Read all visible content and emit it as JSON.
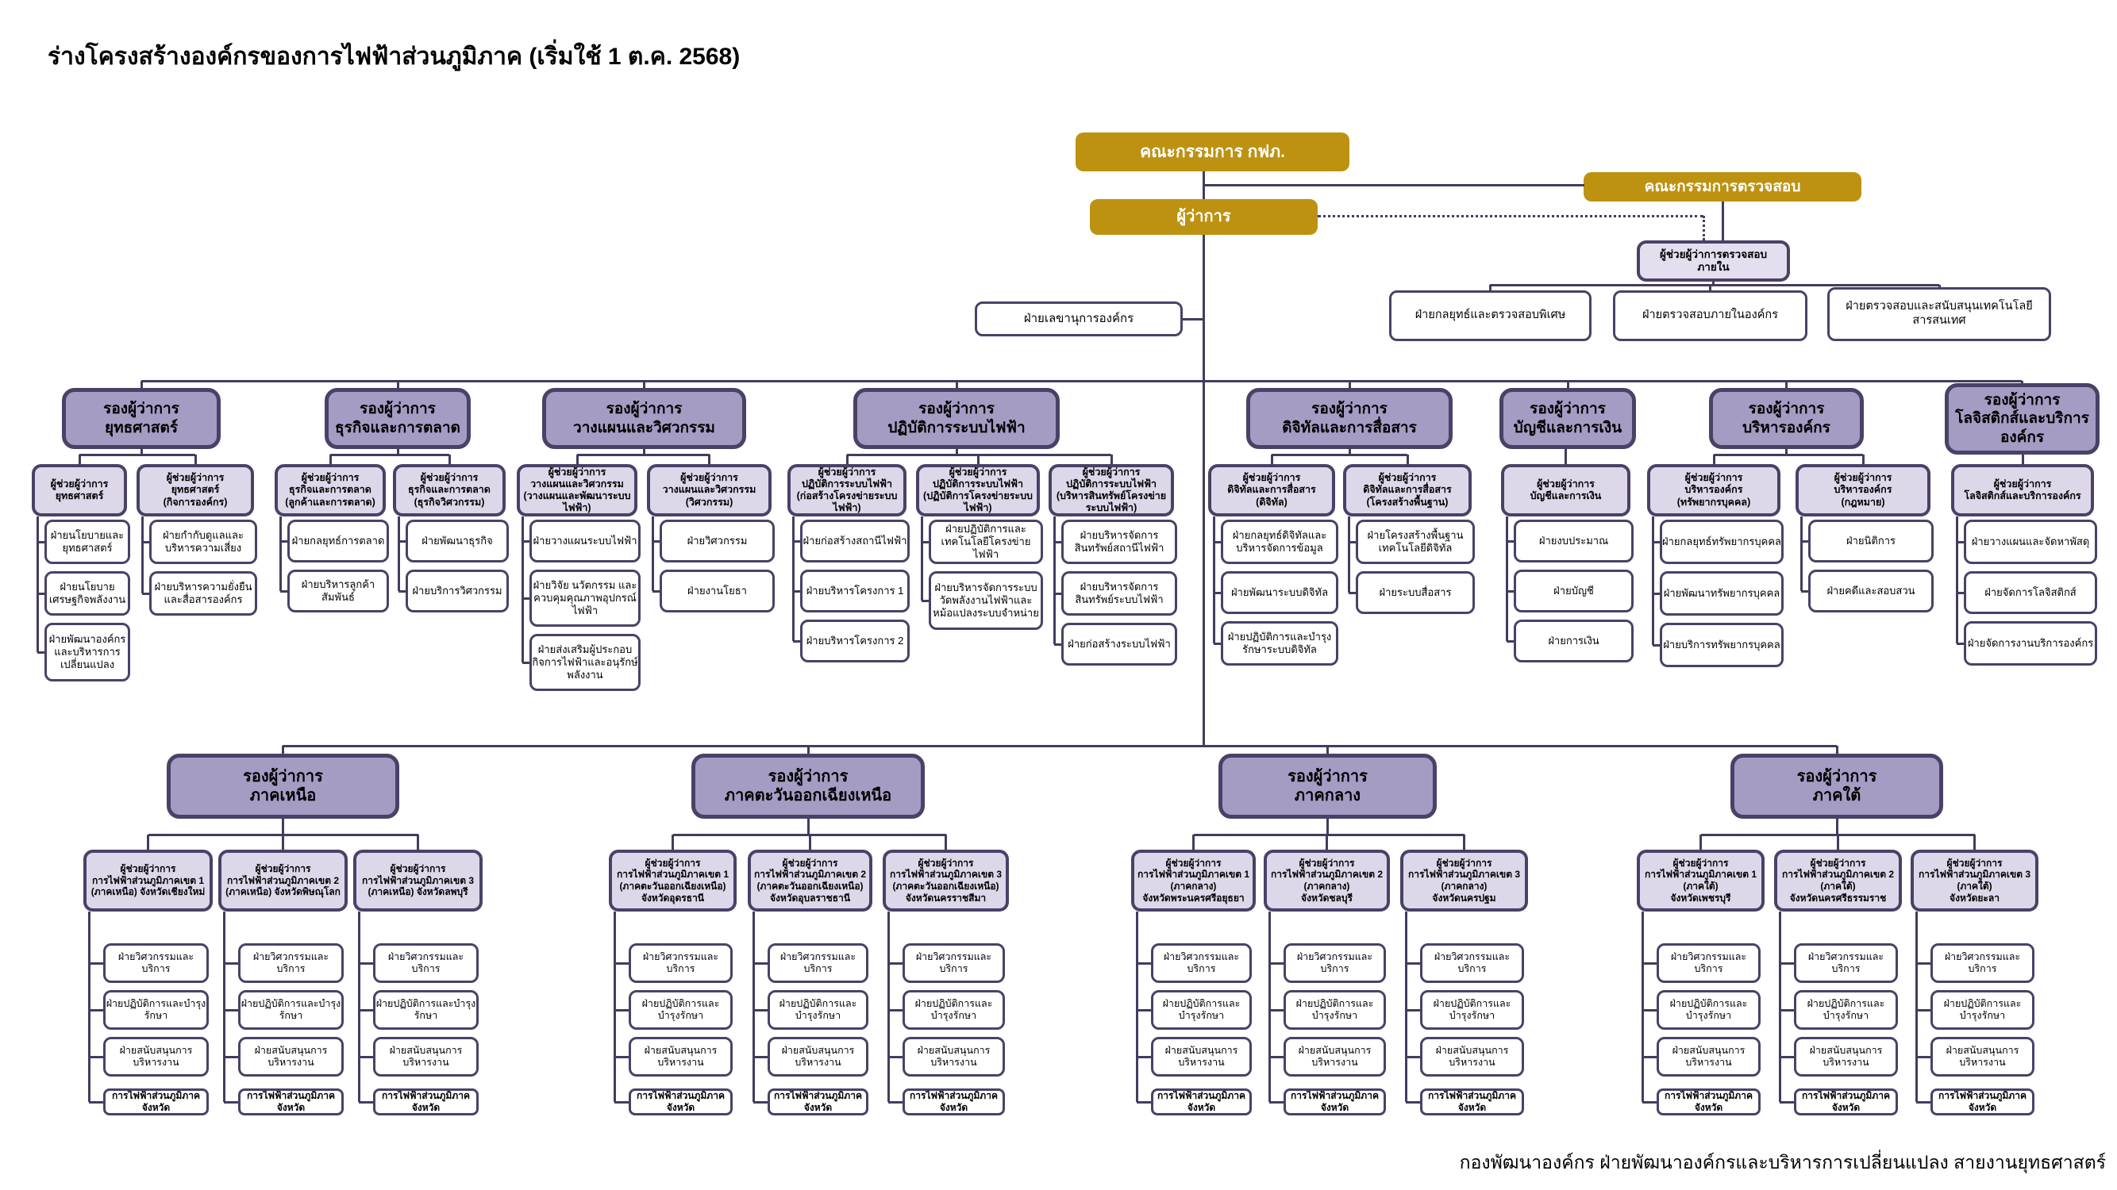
{
  "title": "ร่างโครงสร้างองค์กรของการไฟฟ้าส่วนภูมิภาค (เริ่มใช้ 1 ต.ค. 2568)",
  "footer": "กองพัฒนาองค์กร  ฝ่ายพัฒนาองค์กรและบริหารการเปลี่ยนแปลง สายงานยุทธศาสตร์",
  "colors": {
    "gold": "#BD9211",
    "header_purple": "#A59CC3",
    "assistant_purple": "#DDD8E9",
    "border": "#4B4167",
    "line": "#453B5F"
  },
  "top": {
    "board": "คณะกรรมการ กฟภ.",
    "audit_committee": "คณะกรรมการตรวจสอบ",
    "governor": "ผู้ว่าการ",
    "corporate_secretary": "ฝ่ายเลขานุการองค์กร",
    "internal_audit": {
      "assistant": "ผู้ช่วยผู้ว่าการตรวจสอบ\nภายใน",
      "departments": [
        "ฝ่ายกลยุทธ์และตรวจสอบพิเศษ",
        "ฝ่ายตรวจสอบภายในองค์กร",
        "ฝ่ายตรวจสอบและสนับสนุนเทคโนโลยีสารสนเทศ"
      ]
    }
  },
  "groups": [
    {
      "header": "รองผู้ว่าการ\nยุทธศาสตร์",
      "assistants": [
        {
          "label": "ผู้ช่วยผู้ว่าการ\nยุทธศาสตร์",
          "departments": [
            "ฝ่ายนโยบายและยุทธศาสตร์",
            "ฝ่ายนโยบายเศรษฐกิจพลังงาน",
            "ฝ่ายพัฒนาองค์กรและบริหารการเปลี่ยนแปลง"
          ]
        },
        {
          "label": "ผู้ช่วยผู้ว่าการ\nยุทธศาสตร์\n(กิจการองค์กร)",
          "departments": [
            "ฝ่ายกำกับดูแลและบริหารความเสี่ยง",
            "ฝ่ายบริหารความยั่งยืนและสื่อสารองค์กร"
          ]
        }
      ]
    },
    {
      "header": "รองผู้ว่าการ\nธุรกิจและการตลาด",
      "assistants": [
        {
          "label": "ผู้ช่วยผู้ว่าการ\nธุรกิจและการตลาด\n(ลูกค้าและการตลาด)",
          "departments": [
            "ฝ่ายกลยุทธ์การตลาด",
            "ฝ่ายบริหารลูกค้าสัมพันธ์"
          ]
        },
        {
          "label": "ผู้ช่วยผู้ว่าการ\nธุรกิจและการตลาด\n(ธุรกิจวิศวกรรม)",
          "departments": [
            "ฝ่ายพัฒนาธุรกิจ",
            "ฝ่ายบริการวิศวกรรม"
          ]
        }
      ]
    },
    {
      "header": "รองผู้ว่าการ\nวางแผนและวิศวกรรม",
      "assistants": [
        {
          "label": "ผู้ช่วยผู้ว่าการ\nวางแผนและวิศวกรรม\n(วางแผนและพัฒนาระบบไฟฟ้า)",
          "departments": [
            "ฝ่ายวางแผนระบบไฟฟ้า",
            "ฝ่ายวิจัย นวัตกรรม และควบคุมคุณภาพอุปกรณ์ไฟฟ้า",
            "ฝ่ายส่งเสริมผู้ประกอบกิจการไฟฟ้าและอนุรักษ์พลังงาน"
          ]
        },
        {
          "label": "ผู้ช่วยผู้ว่าการ\nวางแผนและวิศวกรรม\n(วิศวกรรม)",
          "departments": [
            "ฝ่ายวิศวกรรม",
            "ฝ่ายงานโยธา"
          ]
        }
      ]
    },
    {
      "header": "รองผู้ว่าการ\nปฏิบัติการระบบไฟฟ้า",
      "assistants": [
        {
          "label": "ผู้ช่วยผู้ว่าการ\nปฏิบัติการระบบไฟฟ้า\n(ก่อสร้างโครงข่ายระบบไฟฟ้า)",
          "departments": [
            "ฝ่ายก่อสร้างสถานีไฟฟ้า",
            "ฝ่ายบริหารโครงการ 1",
            "ฝ่ายบริหารโครงการ 2"
          ]
        },
        {
          "label": "ผู้ช่วยผู้ว่าการ\nปฏิบัติการระบบไฟฟ้า\n(ปฏิบัติการโครงข่ายระบบไฟฟ้า)",
          "departments": [
            "ฝ่ายปฏิบัติการและเทคโนโลยีโครงข่ายไฟฟ้า",
            "ฝ่ายบริหารจัดการระบบวัดพลังงานไฟฟ้าและหม้อแปลงระบบจำหน่าย"
          ]
        },
        {
          "label": "ผู้ช่วยผู้ว่าการ\nปฏิบัติการระบบไฟฟ้า\n(บริหารสินทรัพย์โครงข่ายระบบไฟฟ้า)",
          "departments": [
            "ฝ่ายบริหารจัดการสินทรัพย์สถานีไฟฟ้า",
            "ฝ่ายบริหารจัดการสินทรัพย์ระบบไฟฟ้า",
            "ฝ่ายก่อสร้างระบบไฟฟ้า"
          ]
        }
      ]
    },
    {
      "header": "รองผู้ว่าการ\nดิจิทัลและการสื่อสาร",
      "assistants": [
        {
          "label": "ผู้ช่วยผู้ว่าการ\nดิจิทัลและการสื่อสาร\n(ดิจิทัล)",
          "departments": [
            "ฝ่ายกลยุทธ์ดิจิทัลและบริหารจัดการข้อมูล",
            "ฝ่ายพัฒนาระบบดิจิทัล",
            "ฝ่ายปฏิบัติการและบำรุงรักษาระบบดิจิทัล"
          ]
        },
        {
          "label": "ผู้ช่วยผู้ว่าการ\nดิจิทัลและการสื่อสาร\n(โครงสร้างพื้นฐาน)",
          "departments": [
            "ฝ่ายโครงสร้างพื้นฐานเทคโนโลยีดิจิทัล",
            "ฝ่ายระบบสื่อสาร"
          ]
        }
      ]
    },
    {
      "header": "รองผู้ว่าการ\nบัญชีและการเงิน",
      "assistants": [
        {
          "label": "ผู้ช่วยผู้ว่าการ\nบัญชีและการเงิน",
          "departments": [
            "ฝ่ายงบประมาณ",
            "ฝ่ายบัญชี",
            "ฝ่ายการเงิน"
          ]
        }
      ]
    },
    {
      "header": "รองผู้ว่าการ\nบริหารองค์กร",
      "assistants": [
        {
          "label": "ผู้ช่วยผู้ว่าการ\nบริหารองค์กร\n(ทรัพยากรบุคคล)",
          "departments": [
            "ฝ่ายกลยุทธ์ทรัพยากรบุคคล",
            "ฝ่ายพัฒนาทรัพยากรบุคคล",
            "ฝ่ายบริการทรัพยากรบุคคล"
          ]
        },
        {
          "label": "ผู้ช่วยผู้ว่าการ\nบริหารองค์กร\n(กฎหมาย)",
          "departments": [
            "ฝ่ายนิติการ",
            "ฝ่ายคดีและสอบสวน"
          ]
        }
      ]
    },
    {
      "header": "รองผู้ว่าการ\nโลจิสติกส์และบริการ\nองค์กร",
      "assistants": [
        {
          "label": "ผู้ช่วยผู้ว่าการ\nโลจิสติกส์และบริการองค์กร",
          "departments": [
            "ฝ่ายวางแผนและจัดหาพัสดุ",
            "ฝ่ายจัดการโลจิสติกส์",
            "ฝ่ายจัดการงานบริการองค์กร"
          ]
        }
      ]
    }
  ],
  "regions": [
    {
      "header": "รองผู้ว่าการ\nภาคเหนือ",
      "assistants": [
        {
          "label": "ผู้ช่วยผู้ว่าการ\nการไฟฟ้าส่วนภูมิภาคเขต 1\n(ภาคเหนือ) จังหวัดเชียงใหม่",
          "departments": [
            "ฝ่ายวิศวกรรมและบริการ",
            "ฝ่ายปฏิบัติการและบำรุงรักษา",
            "ฝ่ายสนับสนุนการบริหารงาน",
            "การไฟฟ้าส่วนภูมิภาคจังหวัด"
          ]
        },
        {
          "label": "ผู้ช่วยผู้ว่าการ\nการไฟฟ้าส่วนภูมิภาคเขต 2\n(ภาคเหนือ) จังหวัดพิษณุโลก",
          "departments": [
            "ฝ่ายวิศวกรรมและบริการ",
            "ฝ่ายปฏิบัติการและบำรุงรักษา",
            "ฝ่ายสนับสนุนการบริหารงาน",
            "การไฟฟ้าส่วนภูมิภาคจังหวัด"
          ]
        },
        {
          "label": "ผู้ช่วยผู้ว่าการ\nการไฟฟ้าส่วนภูมิภาคเขต 3\n(ภาคเหนือ) จังหวัดลพบุรี",
          "departments": [
            "ฝ่ายวิศวกรรมและบริการ",
            "ฝ่ายปฏิบัติการและบำรุงรักษา",
            "ฝ่ายสนับสนุนการบริหารงาน",
            "การไฟฟ้าส่วนภูมิภาคจังหวัด"
          ]
        }
      ]
    },
    {
      "header": "รองผู้ว่าการ\nภาคตะวันออกเฉียงเหนือ",
      "assistants": [
        {
          "label": "ผู้ช่วยผู้ว่าการ\nการไฟฟ้าส่วนภูมิภาคเขต 1\n(ภาคตะวันออกเฉียงเหนือ)\nจังหวัดอุดรธานี",
          "departments": [
            "ฝ่ายวิศวกรรมและบริการ",
            "ฝ่ายปฏิบัติการและบำรุงรักษา",
            "ฝ่ายสนับสนุนการบริหารงาน",
            "การไฟฟ้าส่วนภูมิภาคจังหวัด"
          ]
        },
        {
          "label": "ผู้ช่วยผู้ว่าการ\nการไฟฟ้าส่วนภูมิภาคเขต 2\n(ภาคตะวันออกเฉียงเหนือ)\nจังหวัดอุบลราชธานี",
          "departments": [
            "ฝ่ายวิศวกรรมและบริการ",
            "ฝ่ายปฏิบัติการและบำรุงรักษา",
            "ฝ่ายสนับสนุนการบริหารงาน",
            "การไฟฟ้าส่วนภูมิภาคจังหวัด"
          ]
        },
        {
          "label": "ผู้ช่วยผู้ว่าการ\nการไฟฟ้าส่วนภูมิภาคเขต 3\n(ภาคตะวันออกเฉียงเหนือ)\nจังหวัดนครราชสีมา",
          "departments": [
            "ฝ่ายวิศวกรรมและบริการ",
            "ฝ่ายปฏิบัติการและบำรุงรักษา",
            "ฝ่ายสนับสนุนการบริหารงาน",
            "การไฟฟ้าส่วนภูมิภาคจังหวัด"
          ]
        }
      ]
    },
    {
      "header": "รองผู้ว่าการ\nภาคกลาง",
      "assistants": [
        {
          "label": "ผู้ช่วยผู้ว่าการ\nการไฟฟ้าส่วนภูมิภาคเขต 1\n(ภาคกลาง)\nจังหวัดพระนครศรีอยุธยา",
          "departments": [
            "ฝ่ายวิศวกรรมและบริการ",
            "ฝ่ายปฏิบัติการและบำรุงรักษา",
            "ฝ่ายสนับสนุนการบริหารงาน",
            "การไฟฟ้าส่วนภูมิภาคจังหวัด"
          ]
        },
        {
          "label": "ผู้ช่วยผู้ว่าการ\nการไฟฟ้าส่วนภูมิภาคเขต 2\n(ภาคกลาง)\nจังหวัดชลบุรี",
          "departments": [
            "ฝ่ายวิศวกรรมและบริการ",
            "ฝ่ายปฏิบัติการและบำรุงรักษา",
            "ฝ่ายสนับสนุนการบริหารงาน",
            "การไฟฟ้าส่วนภูมิภาคจังหวัด"
          ]
        },
        {
          "label": "ผู้ช่วยผู้ว่าการ\nการไฟฟ้าส่วนภูมิภาคเขต 3\n(ภาคกลาง)\nจังหวัดนครปฐม",
          "departments": [
            "ฝ่ายวิศวกรรมและบริการ",
            "ฝ่ายปฏิบัติการและบำรุงรักษา",
            "ฝ่ายสนับสนุนการบริหารงาน",
            "การไฟฟ้าส่วนภูมิภาคจังหวัด"
          ]
        }
      ]
    },
    {
      "header": "รองผู้ว่าการ\nภาคใต้",
      "assistants": [
        {
          "label": "ผู้ช่วยผู้ว่าการ\nการไฟฟ้าส่วนภูมิภาคเขต 1\n(ภาคใต้)\nจังหวัดเพชรบุรี",
          "departments": [
            "ฝ่ายวิศวกรรมและบริการ",
            "ฝ่ายปฏิบัติการและบำรุงรักษา",
            "ฝ่ายสนับสนุนการบริหารงาน",
            "การไฟฟ้าส่วนภูมิภาคจังหวัด"
          ]
        },
        {
          "label": "ผู้ช่วยผู้ว่าการ\nการไฟฟ้าส่วนภูมิภาคเขต 2\n(ภาคใต้)\nจังหวัดนครศรีธรรมราช",
          "departments": [
            "ฝ่ายวิศวกรรมและบริการ",
            "ฝ่ายปฏิบัติการและบำรุงรักษา",
            "ฝ่ายสนับสนุนการบริหารงาน",
            "การไฟฟ้าส่วนภูมิภาคจังหวัด"
          ]
        },
        {
          "label": "ผู้ช่วยผู้ว่าการ\nการไฟฟ้าส่วนภูมิภาคเขต 3\n(ภาคใต้)\nจังหวัดยะลา",
          "departments": [
            "ฝ่ายวิศวกรรมและบริการ",
            "ฝ่ายปฏิบัติการและบำรุงรักษา",
            "ฝ่ายสนับสนุนการบริหารงาน",
            "การไฟฟ้าส่วนภูมิภาคจังหวัด"
          ]
        }
      ]
    }
  ]
}
